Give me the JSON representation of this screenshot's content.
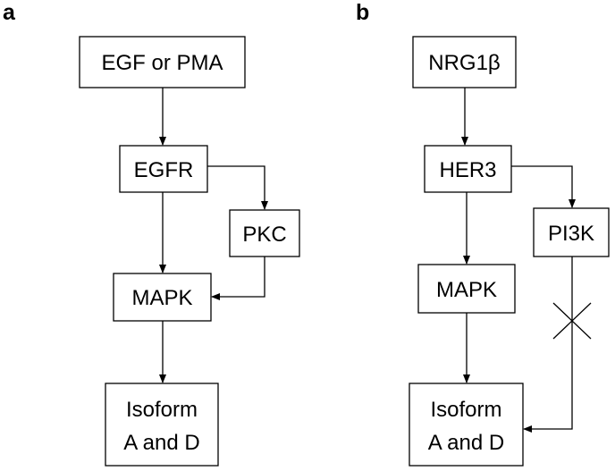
{
  "panels": {
    "a": {
      "label": "a",
      "nodes": {
        "stimulus": "EGF or PMA",
        "receptor": "EGFR",
        "kinase": "PKC",
        "mapk": "MAPK",
        "isoform_line1": "Isoform",
        "isoform_line2": "A and D"
      }
    },
    "b": {
      "label": "b",
      "nodes": {
        "stimulus": "NRG1β",
        "receptor": "HER3",
        "kinase": "PI3K",
        "mapk": "MAPK",
        "isoform_line1": "Isoform",
        "isoform_line2": "A and D"
      }
    }
  },
  "edges": [
    {
      "panel": "a",
      "from": "stimulus",
      "to": "receptor",
      "blocked": false
    },
    {
      "panel": "a",
      "from": "receptor",
      "to": "mapk",
      "blocked": false
    },
    {
      "panel": "a",
      "from": "receptor",
      "to": "kinase",
      "blocked": false
    },
    {
      "panel": "a",
      "from": "kinase",
      "to": "mapk",
      "blocked": false
    },
    {
      "panel": "a",
      "from": "mapk",
      "to": "isoform",
      "blocked": false
    },
    {
      "panel": "b",
      "from": "stimulus",
      "to": "receptor",
      "blocked": false
    },
    {
      "panel": "b",
      "from": "receptor",
      "to": "mapk",
      "blocked": false
    },
    {
      "panel": "b",
      "from": "receptor",
      "to": "kinase",
      "blocked": false
    },
    {
      "panel": "b",
      "from": "mapk",
      "to": "isoform",
      "blocked": false
    },
    {
      "panel": "b",
      "from": "kinase",
      "to": "isoform",
      "blocked": true
    }
  ],
  "colors": {
    "line": "#000000",
    "background": "#ffffff"
  }
}
